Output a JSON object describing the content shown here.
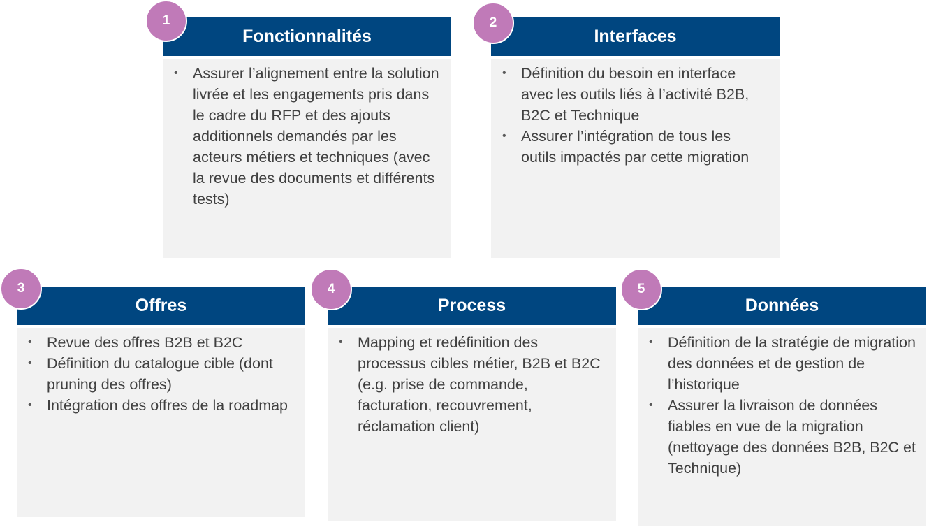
{
  "colors": {
    "header": "#004680",
    "body": "#f2f2f2",
    "badge": "#c07ab8",
    "text": "#404040"
  },
  "bullet_symbol": "•",
  "cards": [
    {
      "number": "1",
      "title": "Fonctionnalités",
      "bullets": [
        "Assurer l’alignement entre la solution livrée et les engagements pris dans le cadre du RFP et des ajouts additionnels demandés par les acteurs métiers et techniques (avec la revue des documents et différents tests)"
      ]
    },
    {
      "number": "2",
      "title": "Interfaces",
      "bullets": [
        "Définition du besoin en interface avec les outils liés à l’activité B2B, B2C et Technique",
        "Assurer l’intégration de tous les outils impactés par cette migration"
      ]
    },
    {
      "number": "3",
      "title": "Offres",
      "bullets": [
        "Revue des offres B2B et B2C",
        "Définition du catalogue cible (dont pruning des offres)",
        "Intégration des offres de la roadmap"
      ]
    },
    {
      "number": "4",
      "title": "Process",
      "bullets": [
        "Mapping et redéfinition des processus cibles métier, B2B et B2C (e.g. prise de commande, facturation, recouvrement, réclamation client)"
      ]
    },
    {
      "number": "5",
      "title": "Données",
      "bullets": [
        "Définition de la stratégie de migration des données et de gestion de l’historique",
        "Assurer la livraison de données fiables en vue de la migration (nettoyage des données B2B, B2C et Technique)"
      ]
    }
  ]
}
